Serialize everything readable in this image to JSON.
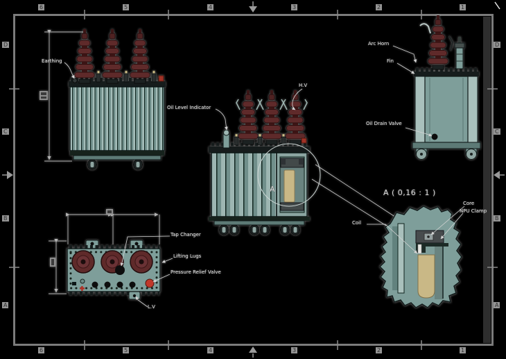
{
  "drawing": {
    "type": "transformer-assembly-cad-drawing",
    "frame": {
      "column_labels": [
        "6",
        "5",
        "4",
        "3",
        "2",
        "1"
      ],
      "row_labels": [
        "D",
        "C",
        "B",
        "A"
      ]
    },
    "views": {
      "front_elevation": {
        "labels": {
          "earthing": "Earthing"
        }
      },
      "section_front": {
        "labels": {
          "hv": "H.V",
          "oil_level_indicator": "Oil Level Indicator",
          "detail_mark": "A"
        }
      },
      "side_elevation": {
        "labels": {
          "arc_horn": "Arc Horn",
          "fin": "Fin",
          "oil_drain_valve": "Oil Drain Valve"
        }
      },
      "plan_view": {
        "labels": {
          "tap_changer": "Tap Changer",
          "lifting_lugs": "Lifting Lugs",
          "pressure_relief_valve": "Pressure Relief Valve",
          "lv": "L.V"
        }
      },
      "detail_view": {
        "title": "A ( 0,16 : 1 )",
        "labels": {
          "core": "Core",
          "npu_clamp": "NPU Clamp",
          "coil": "Coil"
        }
      }
    },
    "colors": {
      "background": "#000000",
      "frame_line": "#7b7b7b",
      "tank_teal": "#7e9e9a",
      "fin_light": "#a4bdb9",
      "fin_dark": "#6d8d89",
      "bushing_maroon": "#5e2a2c",
      "coil_tan": "#c9b886",
      "clamp_gray": "#464b4d",
      "valve_red": "#c0392b",
      "label_text": "#eaeaea"
    }
  }
}
